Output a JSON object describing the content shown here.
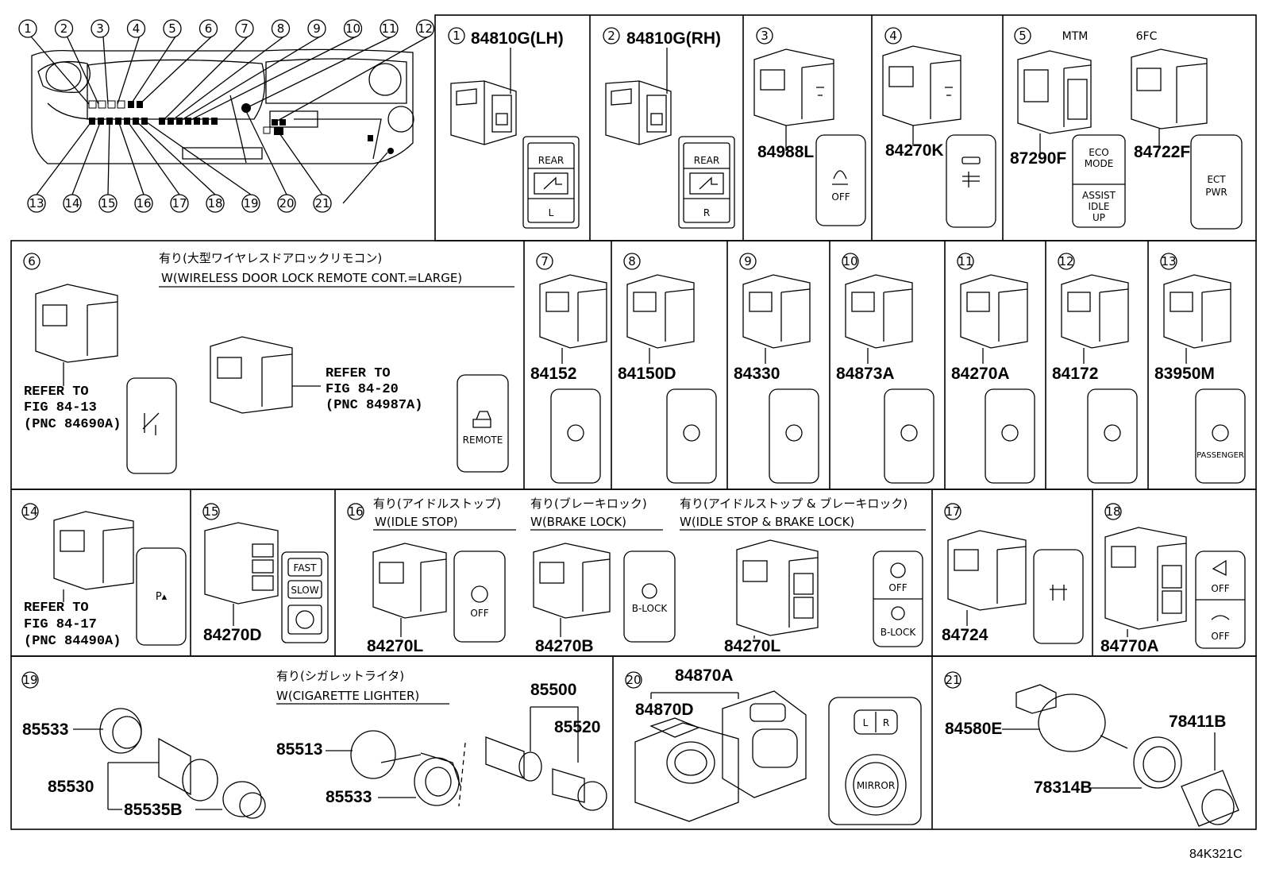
{
  "footer_code": "84K321C",
  "overview": {
    "callouts_top": [
      "1",
      "2",
      "3",
      "4",
      "5",
      "6",
      "7",
      "8",
      "9",
      "10",
      "11",
      "12"
    ],
    "callouts_bottom": [
      "13",
      "14",
      "15",
      "16",
      "17",
      "18",
      "19",
      "20",
      "21"
    ]
  },
  "cells": {
    "c1": {
      "num": "1",
      "part": "84810G(LH)",
      "cap": [
        "REAR",
        "L"
      ]
    },
    "c2": {
      "num": "2",
      "part": "84810G(RH)",
      "cap": [
        "REAR",
        "R"
      ]
    },
    "c3": {
      "num": "3",
      "part": "84988L",
      "cap": [
        "OFF"
      ]
    },
    "c4": {
      "num": "4",
      "part": "84270K",
      "cap": []
    },
    "c5": {
      "num": "5",
      "variant_a": "MTM",
      "variant_b": "6FC",
      "part_a": "87290F",
      "part_b": "84722F",
      "cap_a": [
        "ECO",
        "MODE",
        "ASSIST",
        "IDLE",
        "UP"
      ],
      "cap_b": [
        "ECT",
        "PWR"
      ]
    },
    "c6": {
      "num": "6",
      "note_jp": "有り(大型ワイヤレスドアロックリモコン)",
      "note_en": "W(WIRELESS DOOR LOCK REMOTE CONT.=LARGE)",
      "ref_a": [
        "REFER TO",
        "FIG 84-13",
        "(PNC 84690A)"
      ],
      "ref_b": [
        "REFER TO",
        "FIG 84-20",
        "(PNC 84987A)"
      ],
      "cap_b": "REMOTE"
    },
    "c7": {
      "num": "7",
      "part": "84152"
    },
    "c8": {
      "num": "8",
      "part": "84150D"
    },
    "c9": {
      "num": "9",
      "part": "84330"
    },
    "c10": {
      "num": "10",
      "part": "84873A"
    },
    "c11": {
      "num": "11",
      "part": "84270A"
    },
    "c12": {
      "num": "12",
      "part": "84172"
    },
    "c13": {
      "num": "13",
      "part": "83950M",
      "cap": "PASSENGER"
    },
    "c14": {
      "num": "14",
      "ref": [
        "REFER TO",
        "FIG 84-17",
        "(PNC 84490A)"
      ]
    },
    "c15": {
      "num": "15",
      "part": "84270D",
      "cap": [
        "FAST",
        "SLOW"
      ]
    },
    "c16": {
      "num": "16",
      "note1_jp": "有り(アイドルストップ)",
      "note1_en": "W(IDLE STOP)",
      "note2_jp": "有り(ブレーキロック)",
      "note2_en": "W(BRAKE LOCK)",
      "note3_jp": "有り(アイドルストップ & ブレーキロック)",
      "note3_en": "W(IDLE STOP & BRAKE LOCK)",
      "part1": "84270L",
      "part2": "84270B",
      "part3": "84270L",
      "cap1": "OFF",
      "cap2": "B-LOCK",
      "cap3": [
        "OFF",
        "B-LOCK"
      ]
    },
    "c17": {
      "num": "17",
      "part": "84724"
    },
    "c18": {
      "num": "18",
      "part": "84770A",
      "cap": [
        "OFF",
        "OFF"
      ]
    },
    "c19": {
      "num": "19",
      "note_jp": "有り(シガレットライタ)",
      "note_en": "W(CIGARETTE LIGHTER)",
      "parts": [
        "85533",
        "85530",
        "85535B",
        "85513",
        "85533",
        "85500",
        "85520"
      ]
    },
    "c20": {
      "num": "20",
      "parts": [
        "84870A",
        "84870D"
      ],
      "cap": [
        "L",
        "R",
        "MIRROR"
      ]
    },
    "c21": {
      "num": "21",
      "parts": [
        "84580E",
        "78411B",
        "78314B"
      ]
    }
  }
}
